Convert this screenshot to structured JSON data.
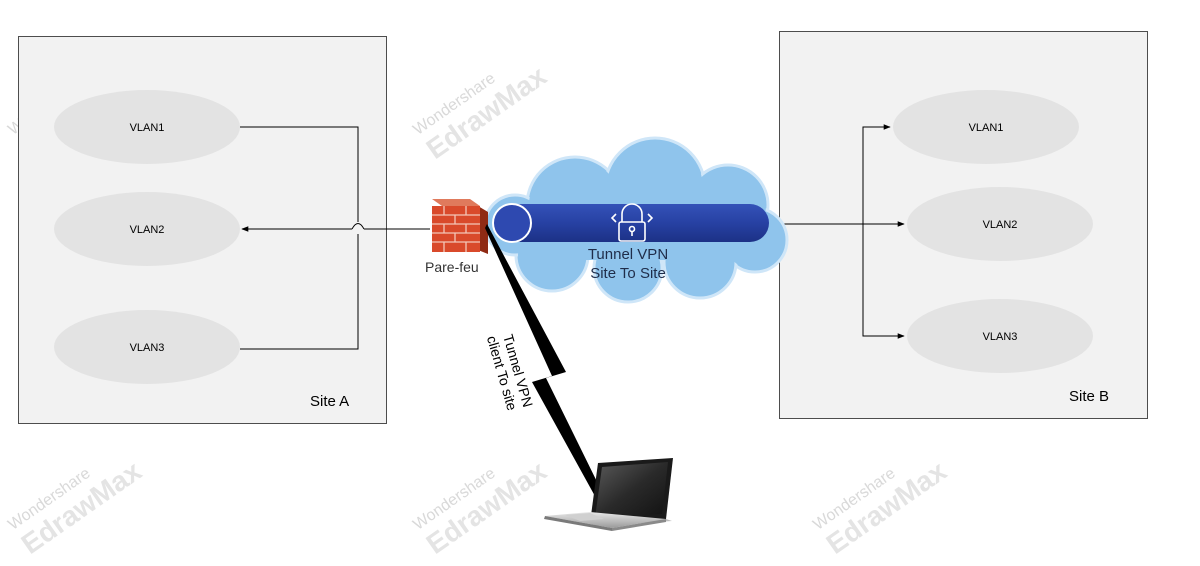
{
  "watermark": {
    "line1": "Wondershare",
    "line2": "EdrawMax"
  },
  "site_a": {
    "label": "Site A",
    "vlans": [
      "VLAN1",
      "VLAN2",
      "VLAN3"
    ]
  },
  "site_b": {
    "label": "Site B",
    "vlans": [
      "VLAN1",
      "VLAN2",
      "VLAN3"
    ]
  },
  "firewall": {
    "label": "Pare-feu"
  },
  "tunnel": {
    "line1": "Tunnel VPN",
    "line2": "Site To Site"
  },
  "client_tunnel": {
    "line1": "Tunnel VPN",
    "line2": "client To site"
  },
  "colors": {
    "cloud": "#8fc4ec",
    "tunnel": "#2741a3",
    "brick": "#d94a2b",
    "vlan": "#e3e3e3",
    "site_box": "#f2f2f2"
  }
}
